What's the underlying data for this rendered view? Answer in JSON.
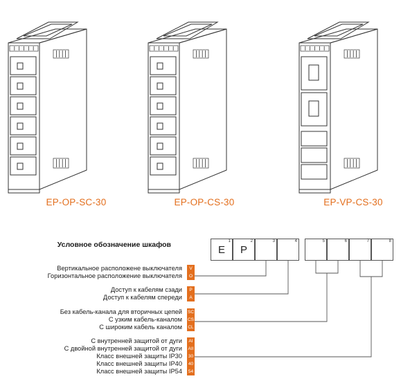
{
  "cabinets": [
    {
      "label": "EP-OP-SC-30",
      "variant": "panels"
    },
    {
      "label": "EP-OP-CS-30",
      "variant": "panels"
    },
    {
      "label": "EP-VP-CS-30",
      "variant": "vertical"
    }
  ],
  "legend": {
    "title": "Условное обозначение шкафов",
    "cells": [
      {
        "num": "1",
        "char": "E"
      },
      {
        "num": "2",
        "char": "P"
      },
      {
        "num": "3",
        "char": ""
      },
      {
        "num": "4",
        "char": ""
      },
      {
        "num": "5",
        "char": ""
      },
      {
        "num": "6",
        "char": ""
      },
      {
        "num": "7",
        "char": ""
      },
      {
        "num": "8",
        "char": ""
      }
    ],
    "rows": [
      {
        "label": "Вертикальное расположене выключателя",
        "code": "V"
      },
      {
        "label": "Горизонтальное расположение выключателя",
        "code": "O"
      },
      {
        "label": "Доступ к кабелям сзади",
        "code": "P"
      },
      {
        "label": "Доступ к кабелям спереди",
        "code": "A"
      },
      {
        "label": "Без кабель-канала для вторичных цепей",
        "code": "SC"
      },
      {
        "label": "С узким кабель-каналом",
        "code": "CS"
      },
      {
        "label": "С широким кабель каналом",
        "code": "CL"
      },
      {
        "label": "С внутренней защитой от дуги",
        "code": "AI"
      },
      {
        "label": "С двойной внутренней защитой от дуги",
        "code": "AII"
      },
      {
        "label": "Класс внешней защиты IP30",
        "code": "30"
      },
      {
        "label": "Класс внешней защиты IP40",
        "code": "40"
      },
      {
        "label": "Класс внешней защиты IP54",
        "code": "54"
      }
    ]
  },
  "colors": {
    "accent": "#e36f1e",
    "line": "#555555",
    "cabinet_stroke": "#333333"
  }
}
